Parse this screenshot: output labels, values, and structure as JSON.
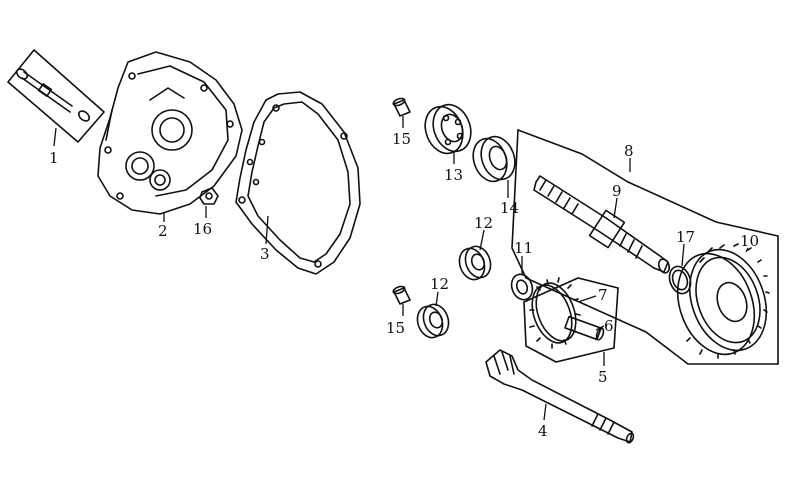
{
  "diagram": {
    "type": "exploded-parts-diagram",
    "callouts": {
      "c1": "1",
      "c2": "2",
      "c3": "3",
      "c4": "4",
      "c5": "5",
      "c6": "6",
      "c7": "7",
      "c8": "8",
      "c9": "9",
      "c10": "10",
      "c11": "11",
      "c12a": "12",
      "c12b": "12",
      "c13": "13",
      "c14": "14",
      "c15a": "15",
      "c15b": "15",
      "c16": "16",
      "c17": "17"
    }
  }
}
